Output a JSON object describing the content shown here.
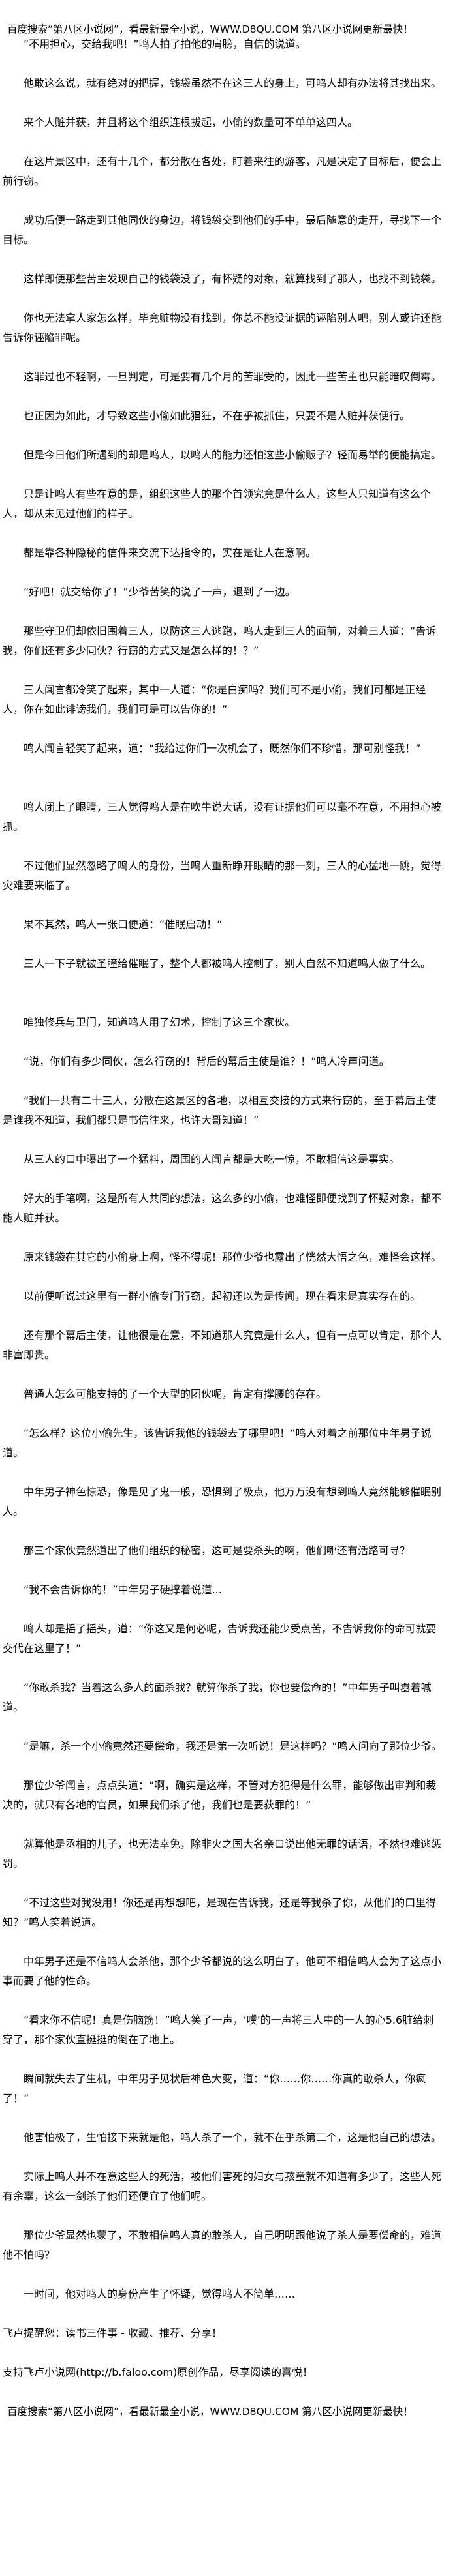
{
  "header": {
    "banner": "百度搜索“第八区小说网”，看最新最全小说，WWW.D8QU.COM  第八区小说网更新最快！"
  },
  "paragraphs": [
    "“不用担心，交给我吧！”鸣人拍了拍他的肩膀，自信的说道。",
    "他敢这么说，就有绝对的把握，钱袋虽然不在这三人的身上，可鸣人却有办法将其找出来。",
    "来个人赃并获，并且将这个组织连根拔起，小偷的数量可不单单这四人。",
    "在这片景区中，还有十几个，都分散在各处，盯着来往的游客，凡是决定了目标后，便会上前行窃。",
    "成功后便一路走到其他同伙的身边，将钱袋交到他们的手中，最后随意的走开，寻找下一个目标。",
    "这样即便那些苦主发现自己的钱袋没了，有怀疑的对象，就算找到了那人，也找不到钱袋。",
    "你也无法拿人家怎么样，毕竟赃物没有找到，你总不能没证据的诬陷别人吧，别人或许还能告诉你诬陷罪呢。",
    "这罪过也不轻啊，一旦判定，可是要有几个月的苦罪受的，因此一些苦主也只能暗叹倒霉。",
    "也正因为如此，才导致这些小偷如此猖狂，不在乎被抓住，只要不是人赃并获便行。",
    "但是今日他们所遇到的却是鸣人，以鸣人的能力还怕这些小偷贩子？轻而易举的便能搞定。",
    "只是让鸣人有些在意的是，组织这些人的那个首领究竟是什么人，这些人只知道有这么个人，却从未见过他们的样子。",
    "都是靠各种隐秘的信件来交流下达指令的，实在是让人在意啊。",
    "“好吧！就交给你了！”少爷苦笑的说了一声，退到了一边。",
    "那些守卫们却依旧围着三人，以防这三人逃跑，鸣人走到三人的面前，对着三人道：“告诉我，你们还有多少同伙？行窃的方式又是怎么样的！？”",
    "三人闻言都冷笑了起来，其中一人道：“你是白痴吗？我们可不是小偷，我们可都是正经人，你在如此诽谤我们，我们可是可以告你的！”",
    "鸣人闻言轻笑了起来，道：“我给过你们一次机会了，既然你们不珍惜，那可别怪我！”",
    "鸣人闭上了眼睛，三人觉得鸣人是在吹牛说大话，没有证据他们可以毫不在意，不用担心被抓。",
    "不过他们显然忽略了鸣人的身份，当鸣人重新睁开眼睛的那一刻，三人的心猛地一跳，觉得灾难要来临了。",
    "果不其然，鸣人一张口便道：“催眠启动！”",
    "三人一下子就被圣瞳给催眠了，整个人都被鸣人控制了，别人自然不知道鸣人做了什么。",
    "唯独修兵与卫门，知道鸣人用了幻术，控制了这三个家伙。",
    "“说，你们有多少同伙，怎么行窃的！背后的幕后主使是谁？！”鸣人冷声问道。",
    "“我们一共有二十三人，分散在这景区的各地，以相互交接的方式来行窃的，至于幕后主使是谁我不知道，我们都只是书信往来，也许大哥知道！”",
    "从三人的口中曝出了一个猛料，周围的人闻言都是大吃一惊，不敢相信这是事实。",
    "好大的手笔啊，这是所有人共同的想法，这么多的小偷，也难怪即便找到了怀疑对象，都不能人赃并获。",
    "原来钱袋在其它的小偷身上啊，怪不得呢！那位少爷也露出了恍然大悟之色，难怪会这样。",
    "以前便听说过这里有一群小偷专门行窃，起初还以为是传闻，现在看来是真实存在的。",
    "还有那个幕后主使，让他很是在意，不知道那人究竟是什么人，但有一点可以肯定，那个人非富即贵。",
    "普通人怎么可能支持的了一个大型的团伙呢，肯定有撑腰的存在。",
    "“怎么样？这位小偷先生，该告诉我他的钱袋去了哪里吧！”鸣人对着之前那位中年男子说道。",
    "中年男子神色惊恐，像是见了鬼一般，恐惧到了极点，他万万没有想到鸣人竟然能够催眠别人。",
    "那三个家伙竟然道出了他们组织的秘密，这可是要杀头的啊，他们哪还有活路可寻？",
    "“我不会告诉你的！”中年男子硬撑着说道...",
    "鸣人却是摇了摇头，道：“你这又是何必呢，告诉我还能少受点苦，不告诉我你的命可就要交代在这里了！”",
    "“你敢杀我？当着这么多人的面杀我？就算你杀了我，你也要偿命的！”中年男子叫嚣着喊道。",
    "“是嘛，杀一个小偷竟然还要偿命，我还是第一次听说！是这样吗？”鸣人问向了那位少爷。",
    "那位少爷闻言，点点头道：“啊，确实是这样，不管对方犯得是什么罪，能够做出审判和裁决的，就只有各地的官员，如果我们杀了他，我们也是要获罪的！”",
    "就算他是丞相的儿子，也无法幸免，除非火之国大名亲口说出他无罪的话语，不然也难逃惩罚。",
    "“不过这些对我没用！你还是再想想吧，是现在告诉我，还是等我杀了你，从他们的口里得知？”鸣人笑着说道。",
    "中年男子还是不信鸣人会杀他，那个少爷都说的这么明白了，他可不相信鸣人会为了这点小事而要了他的性命。",
    "“看来你不信呢！真是伤脑筋！”鸣人笑了一声，‘噗’的一声将三人中的一人的心5.6脏给刺穿了，那个家伙直挺挺的倒在了地上。",
    "瞬间就失去了生机，中年男子见状后神色大变，道：“你……你……你真的敢杀人，你疯了！”",
    "他害怕极了，生怕接下来就是他，鸣人杀了一个，就不在乎杀第二个，这是他自己的想法。",
    "实际上鸣人并不在意这些人的死活，被他们害死的妇女与孩童就不知道有多少了，这些人死有余辜，这么一剑杀了他们还便宜了他们呢。",
    "那位少爷显然也蒙了，不敢相信鸣人真的敢杀人，自己明明跟他说了杀人是要偿命的，难道他不怕吗？",
    "一时间，他对鸣人的身份产生了怀疑，觉得鸣人不简单……"
  ],
  "footer": {
    "reminder": "飞卢提醒您：读书三件事 - 收藏、推荐、分享！",
    "support": "支持飞卢小说网(http://b.faloo.com)原创作品，尽享阅读的喜悦！",
    "banner": "百度搜索“第八区小说网”，看最新最全小说，WWW.D8QU.COM  第八区小说网更新最快！"
  }
}
